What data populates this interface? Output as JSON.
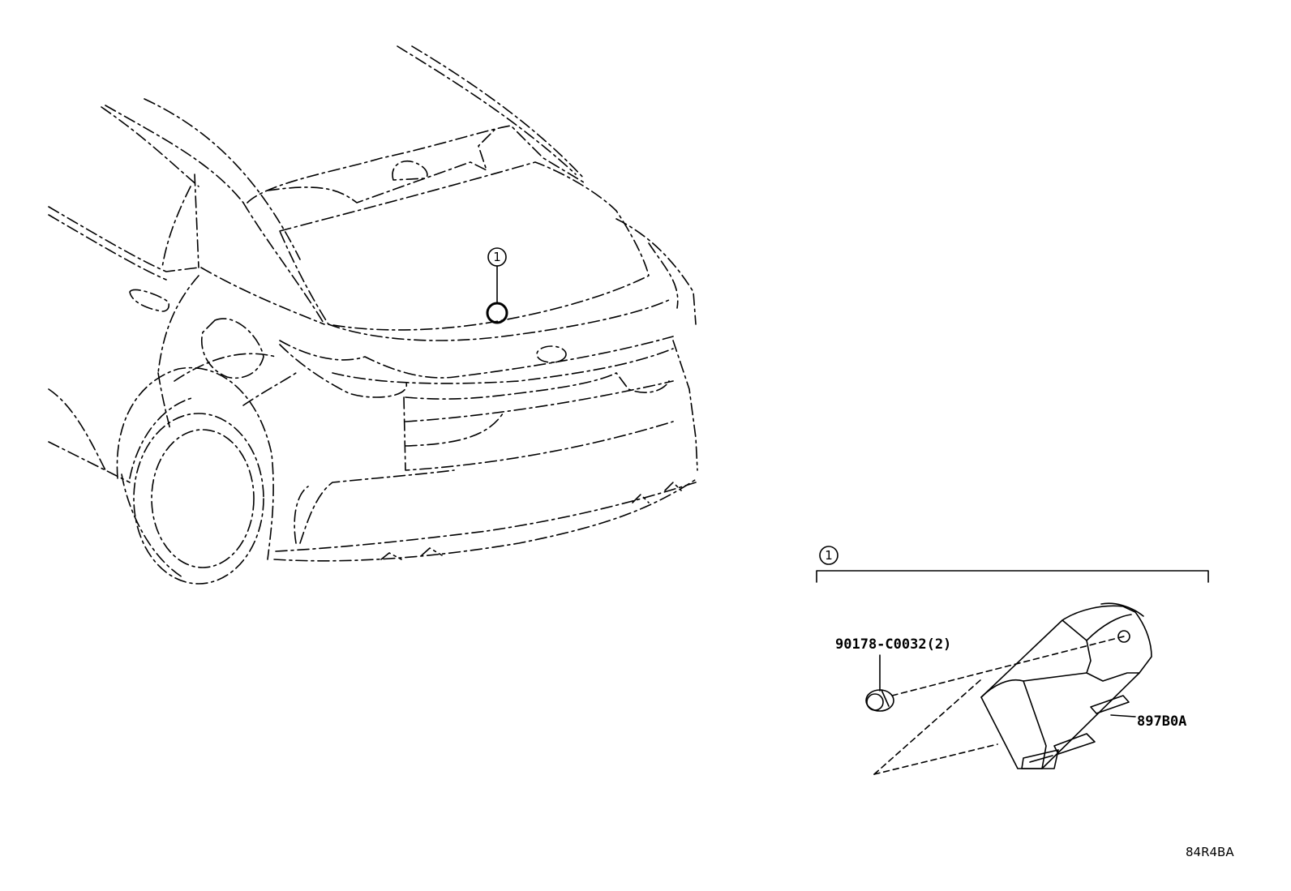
{
  "callouts": {
    "callout_1_vehicle": "1",
    "callout_1_assembly": "1"
  },
  "parts": {
    "screw": "90178-C0032(2)",
    "sensor": "897B0A"
  },
  "figure_code": "84R4BA"
}
